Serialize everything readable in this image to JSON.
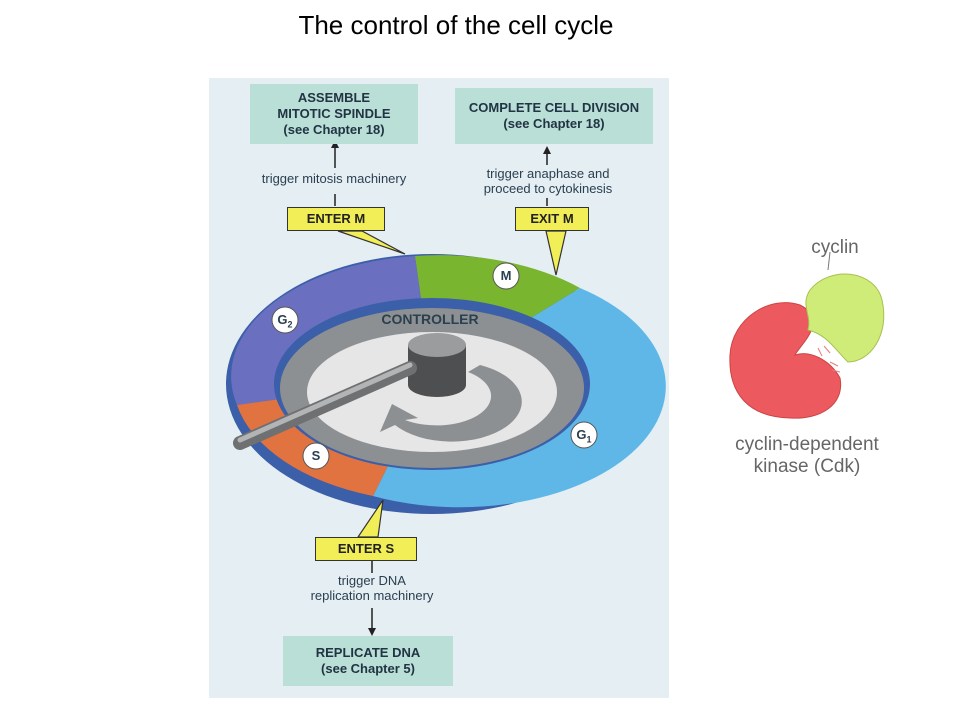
{
  "title": "The control of the cell cycle",
  "boxes": {
    "spindle": [
      "ASSEMBLE",
      "MITOTIC SPINDLE",
      "(see Chapter 18)"
    ],
    "division": [
      "COMPLETE CELL DIVISION",
      "(see Chapter 18)"
    ],
    "dna": [
      "REPLICATE DNA",
      "(see Chapter 5)"
    ]
  },
  "triggers": {
    "mitosis": "trigger mitosis machinery",
    "anaphase": [
      "trigger anaphase and",
      "proceed to cytokinesis"
    ],
    "dna": [
      "trigger DNA",
      "replication machinery"
    ]
  },
  "checkpoints": {
    "enter_m": "ENTER M",
    "exit_m": "EXIT M",
    "enter_s": "ENTER S"
  },
  "phases": {
    "m": "M",
    "g1": "G",
    "g1_sub": "1",
    "g2": "G",
    "g2_sub": "2",
    "s": "S"
  },
  "controller": "CONTROLLER",
  "cdk": {
    "cyclin": "cyclin",
    "kinase": [
      "cyclin-dependent",
      "kinase (Cdk)"
    ]
  },
  "colors": {
    "m_phase": "#7ab52f",
    "g1_phase": "#5fb7e8",
    "g2_phase": "#6a6fc0",
    "s_phase": "#e07340",
    "box": "#b9dfd6",
    "callout": "#f2ee57",
    "cyclin": "#cfeb78",
    "cdk": "#ec5a5f"
  }
}
